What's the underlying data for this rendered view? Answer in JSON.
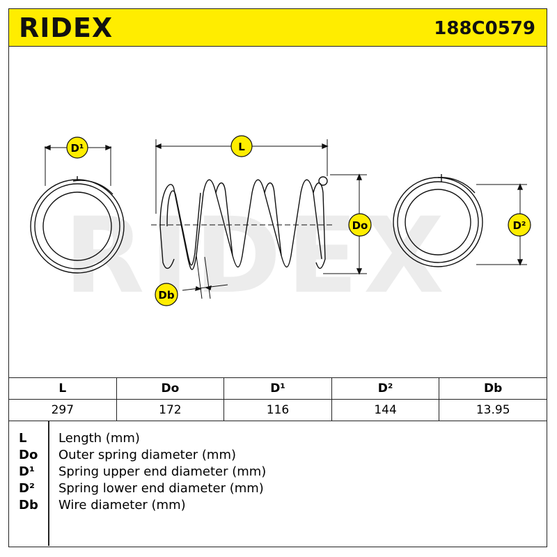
{
  "header": {
    "brand": "RIDEX",
    "part_number": "188C0579",
    "background": "#ffed00"
  },
  "watermark": "RIDEX",
  "diagram": {
    "labels": {
      "D1": "D¹",
      "L": "L",
      "Do": "Do",
      "D2": "D²",
      "Db": "Db"
    },
    "label_color": "#ffed00"
  },
  "table": {
    "headers": [
      "L",
      "Do",
      "D¹",
      "D²",
      "Db"
    ],
    "values": [
      "297",
      "172",
      "116",
      "144",
      "13.95"
    ]
  },
  "legend": [
    {
      "key": "L",
      "desc": "Length (mm)"
    },
    {
      "key": "Do",
      "desc": "Outer spring diameter (mm)"
    },
    {
      "key": "D¹",
      "desc": "Spring upper end diameter (mm)"
    },
    {
      "key": "D²",
      "desc": "Spring lower end diameter (mm)"
    },
    {
      "key": "Db",
      "desc": "Wire diameter (mm)"
    }
  ]
}
